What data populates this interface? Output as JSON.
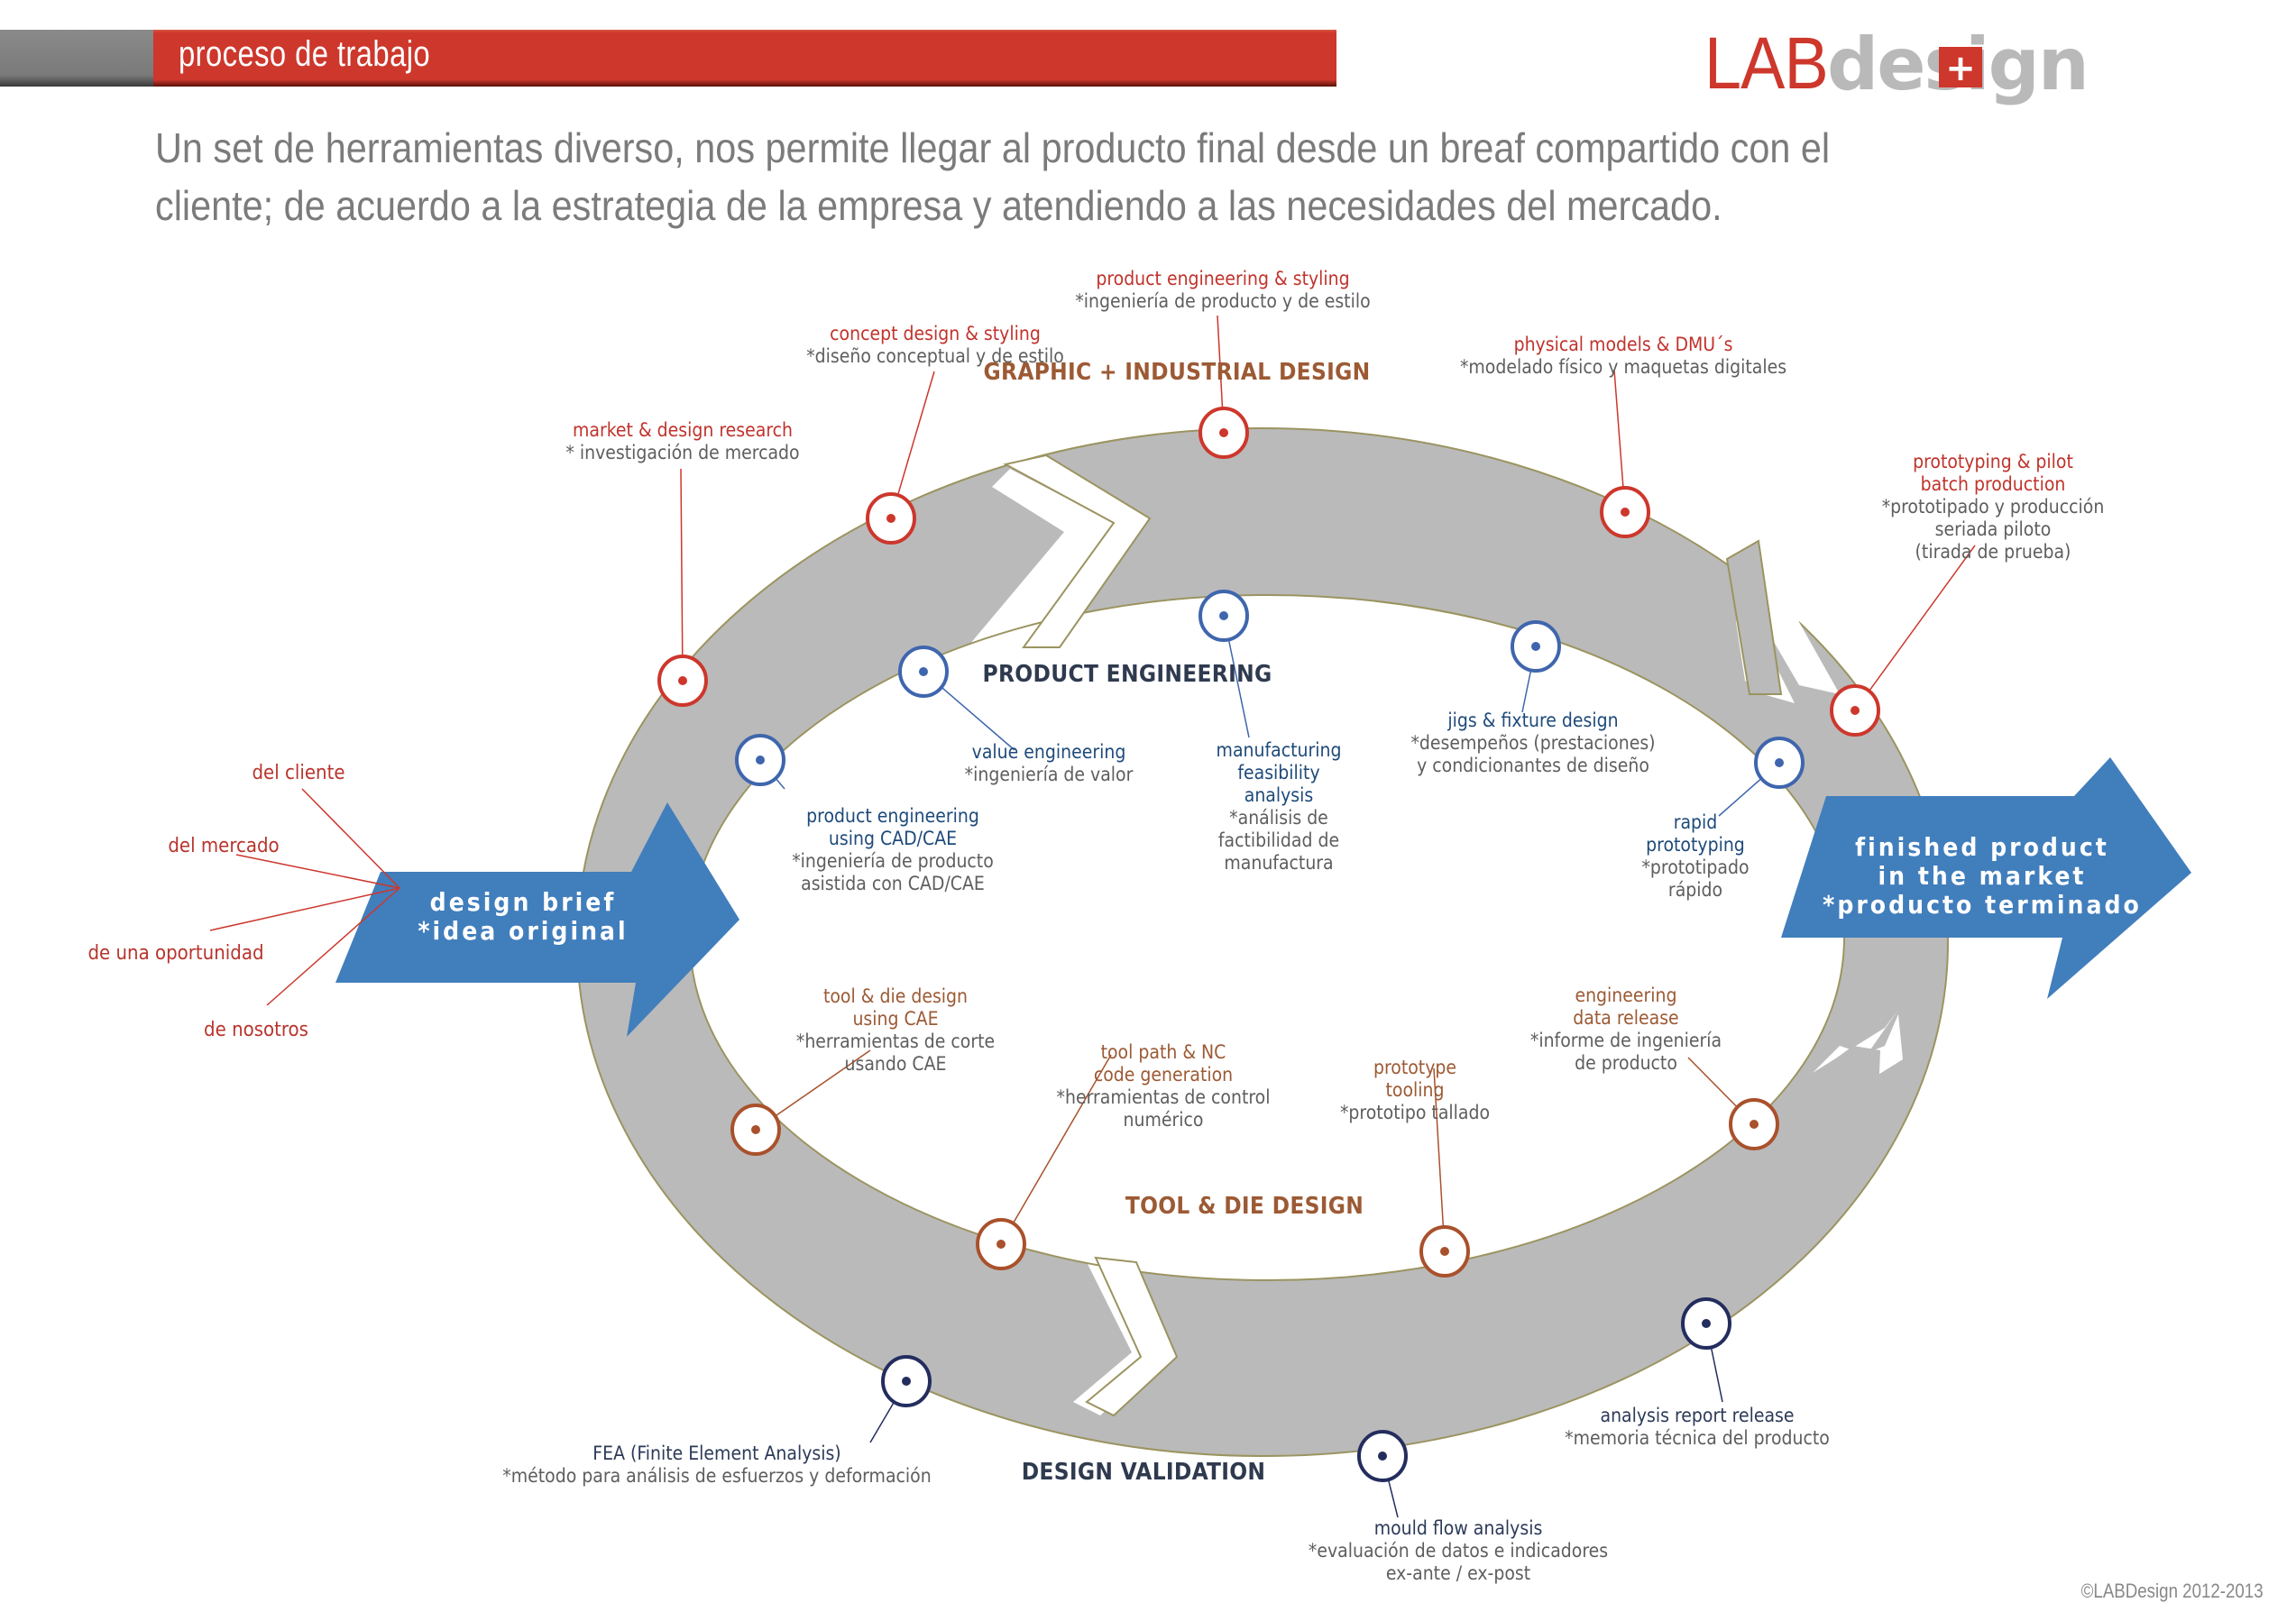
{
  "header": {
    "section_title": "proceso de trabajo",
    "logo_lab": "LAB",
    "logo_design": "design",
    "logo_plus": "+"
  },
  "intro": "Un set de herramientas diverso, nos permite llegar al producto final desde un breaf compartido con el cliente; de acuerdo a la estrategia de la empresa y atendiendo a las necesidades del mercado.",
  "colors": {
    "red": "#cd372c",
    "blue": "#3f7dbe",
    "brown": "#a9512c",
    "navy": "#232d5e",
    "ring_gray": "#bababa"
  },
  "stages": {
    "graphic_industrial": "GRAPHIC + INDUSTRIAL DESIGN",
    "product_engineering": "PRODUCT ENGINEERING",
    "tool_die": "TOOL & DIE DESIGN",
    "design_validation": "DESIGN VALIDATION"
  },
  "input_arrow": {
    "line1": "design brief",
    "line2": "*idea original"
  },
  "output_arrow": {
    "line1": "finished product",
    "line2": "in the market",
    "line3": "*producto terminado"
  },
  "sources": [
    "del cliente",
    "del mercado",
    "de una oportunidad",
    "de nosotros"
  ],
  "steps": {
    "graphic_industrial": [
      {
        "title": [
          "market & design research"
        ],
        "desc": [
          "* investigación de mercado"
        ]
      },
      {
        "title": [
          "concept design & styling"
        ],
        "desc": [
          "*diseño conceptual y de estilo"
        ]
      },
      {
        "title": [
          "product engineering & styling"
        ],
        "desc": [
          "*ingeniería de producto y de estilo"
        ]
      },
      {
        "title": [
          "physical models & DMU´s"
        ],
        "desc": [
          "*modelado físico y maquetas digitales"
        ]
      },
      {
        "title": [
          "prototyping & pilot",
          "batch production"
        ],
        "desc": [
          "*prototipado y producción",
          "seriada piloto",
          "(tirada de prueba)"
        ]
      }
    ],
    "product_engineering": [
      {
        "title": [
          "product engineering",
          "using CAD/CAE"
        ],
        "desc": [
          "*ingeniería de producto",
          "asistida con CAD/CAE"
        ]
      },
      {
        "title": [
          "value engineering"
        ],
        "desc": [
          "*ingeniería de valor"
        ]
      },
      {
        "title": [
          "manufacturing",
          "feasibility",
          "analysis"
        ],
        "desc": [
          "*análisis de",
          "factibilidad de",
          "manufactura"
        ]
      },
      {
        "title": [
          "jigs & fixture design"
        ],
        "desc": [
          "*desempeños (prestaciones)",
          "y condicionantes de diseño"
        ]
      },
      {
        "title": [
          "rapid",
          "prototyping"
        ],
        "desc": [
          "*prototipado",
          "rápido"
        ]
      }
    ],
    "tool_die": [
      {
        "title": [
          "tool & die design",
          "using CAE"
        ],
        "desc": [
          "*herramientas de corte",
          "usando CAE"
        ]
      },
      {
        "title": [
          "tool path & NC",
          "code generation"
        ],
        "desc": [
          "*herramientas de control",
          "numérico"
        ]
      },
      {
        "title": [
          "prototype",
          "tooling"
        ],
        "desc": [
          "*prototipo tallado"
        ]
      },
      {
        "title": [
          "engineering",
          "data release"
        ],
        "desc": [
          "*informe de  ingeniería",
          "de producto"
        ]
      }
    ],
    "design_validation": [
      {
        "title": [
          "FEA (Finite Element Analysis)"
        ],
        "desc": [
          "*método para análisis de esfuerzos y deformación"
        ]
      },
      {
        "title": [
          "mould flow analysis"
        ],
        "desc": [
          "*evaluación de datos e indicadores",
          "ex-ante / ex-post"
        ]
      },
      {
        "title": [
          "analysis report release"
        ],
        "desc": [
          "*memoria técnica del producto"
        ]
      }
    ]
  },
  "copyright": "©LABDesign 2012-2013"
}
